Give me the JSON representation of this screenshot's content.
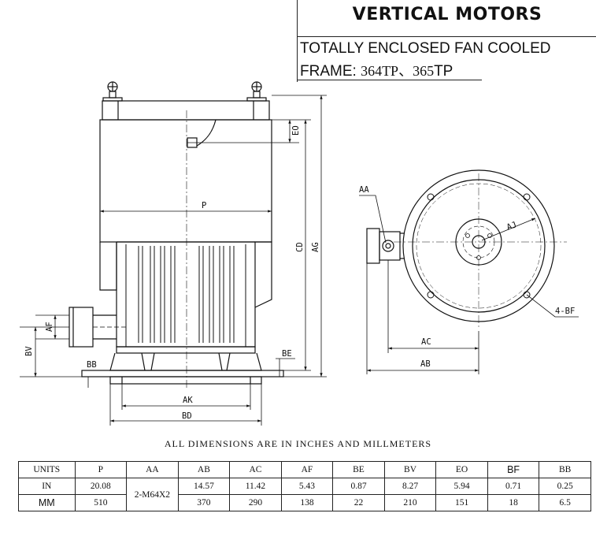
{
  "header": {
    "title": "VERTICAL MOTORS",
    "subtitle": "TOTALLY ENCLOSED FAN COOLED",
    "frame_label": "FRAME: ",
    "frame_1": "364TP、365",
    "frame_2": "TP"
  },
  "labels": {
    "p": "P",
    "cd": "CD",
    "ag": "AG",
    "eo": "EO",
    "af": "AF",
    "bv": "BV",
    "bb": "BB",
    "be": "BE",
    "ak": "AK",
    "bd": "BD",
    "aa": "AA",
    "aj": "AJ",
    "bf": "4-BF",
    "ac": "AC",
    "ab": "AB"
  },
  "caption": "ALL DIMENSIONS ARE IN INCHES AND MILLMETERS",
  "table": {
    "headers": [
      "UNITS",
      "P",
      "AA",
      "AB",
      "AC",
      "AF",
      "BE",
      "BV",
      "EO",
      "BF",
      "BB"
    ],
    "aa_value": "2-M64X2",
    "rows": [
      {
        "unit": "IN",
        "values": [
          "20.08",
          "14.57",
          "11.42",
          "5.43",
          "0.87",
          "8.27",
          "5.94",
          "0.71",
          "0.25"
        ]
      },
      {
        "unit": "MM",
        "values": [
          "510",
          "370",
          "290",
          "138",
          "22",
          "210",
          "151",
          "18",
          "6.5"
        ]
      }
    ]
  }
}
